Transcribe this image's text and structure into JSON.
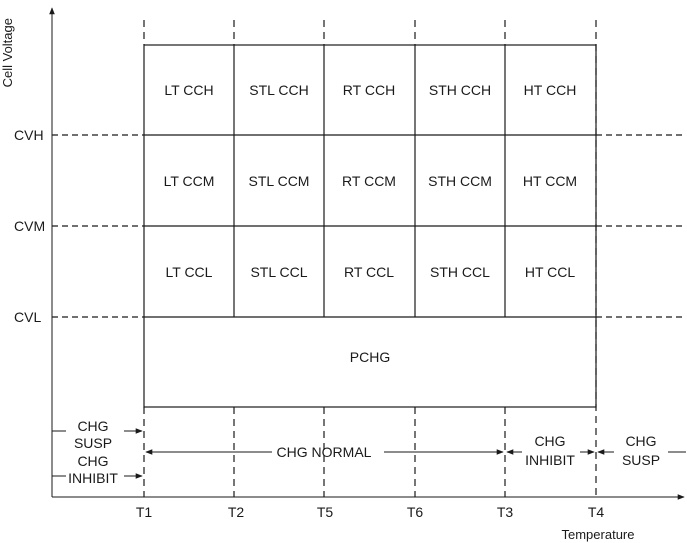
{
  "diagram": {
    "axes": {
      "y_label": "Cell Voltage",
      "x_label": "Temperature"
    },
    "voltage_levels": [
      "CVH",
      "CVM",
      "CVL"
    ],
    "temperature_points": [
      "T1",
      "T2",
      "T5",
      "T6",
      "T3",
      "T4"
    ],
    "grid": {
      "rows": [
        [
          "LT CCH",
          "STL CCH",
          "RT CCH",
          "STH CCH",
          "HT CCH"
        ],
        [
          "LT CCM",
          "STL CCM",
          "RT CCM",
          "STH CCM",
          "HT CCM"
        ],
        [
          "LT CCL",
          "STL CCL",
          "RT CCL",
          "STH CCL",
          "HT CCL"
        ]
      ],
      "precharge": "PCHG"
    },
    "regions": {
      "left_top": [
        "CHG",
        "SUSP"
      ],
      "left_bottom": [
        "CHG",
        "INHIBIT"
      ],
      "normal": "CHG NORMAL",
      "inhibit": [
        "CHG",
        "INHIBIT"
      ],
      "suspend": [
        "CHG",
        "SUSP"
      ]
    }
  }
}
